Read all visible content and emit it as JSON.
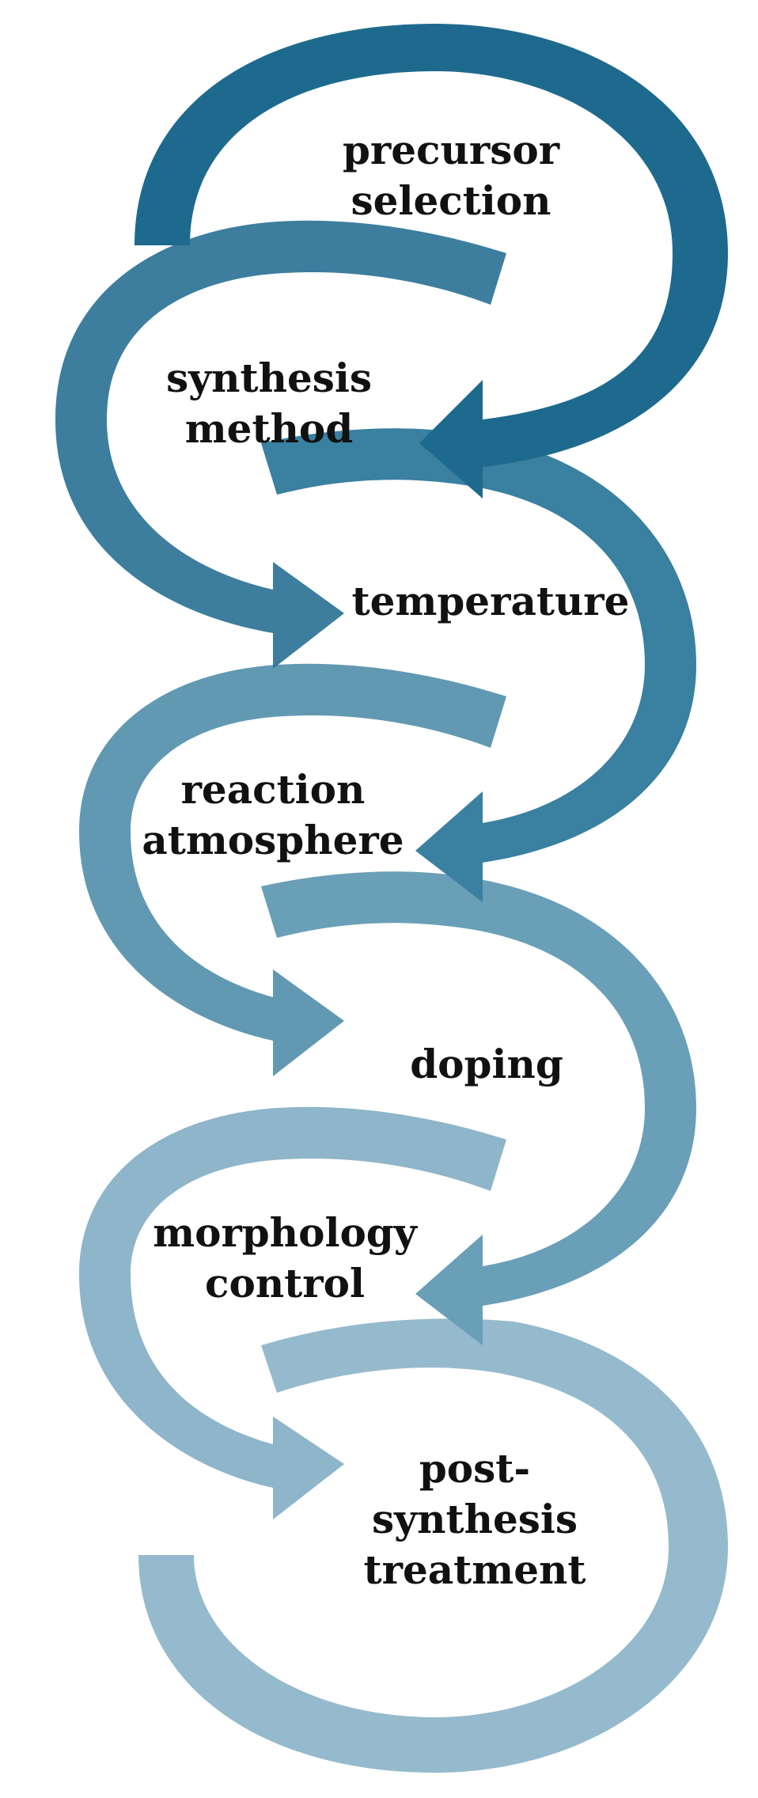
{
  "steps": [
    {
      "id": "precursor-selection",
      "label": "precursor\nselection"
    },
    {
      "id": "synthesis-method",
      "label": "synthesis\nmethod"
    },
    {
      "id": "temperature",
      "label": "temperature"
    },
    {
      "id": "reaction-atmosphere",
      "label": "reaction\natmosphere"
    },
    {
      "id": "doping",
      "label": "doping"
    },
    {
      "id": "morphology-control",
      "label": "morphology\ncontrol"
    },
    {
      "id": "post-synthesis-treatment",
      "label": "post-\nsynthesis\ntreatment"
    }
  ],
  "colors": {
    "arrow_gradient": [
      "#1e6a8e",
      "#2c7396",
      "#3a80a0",
      "#5590ab",
      "#6a9fb8",
      "#84afc5",
      "#95bacd"
    ],
    "text": "#111111",
    "background": "#ffffff"
  }
}
